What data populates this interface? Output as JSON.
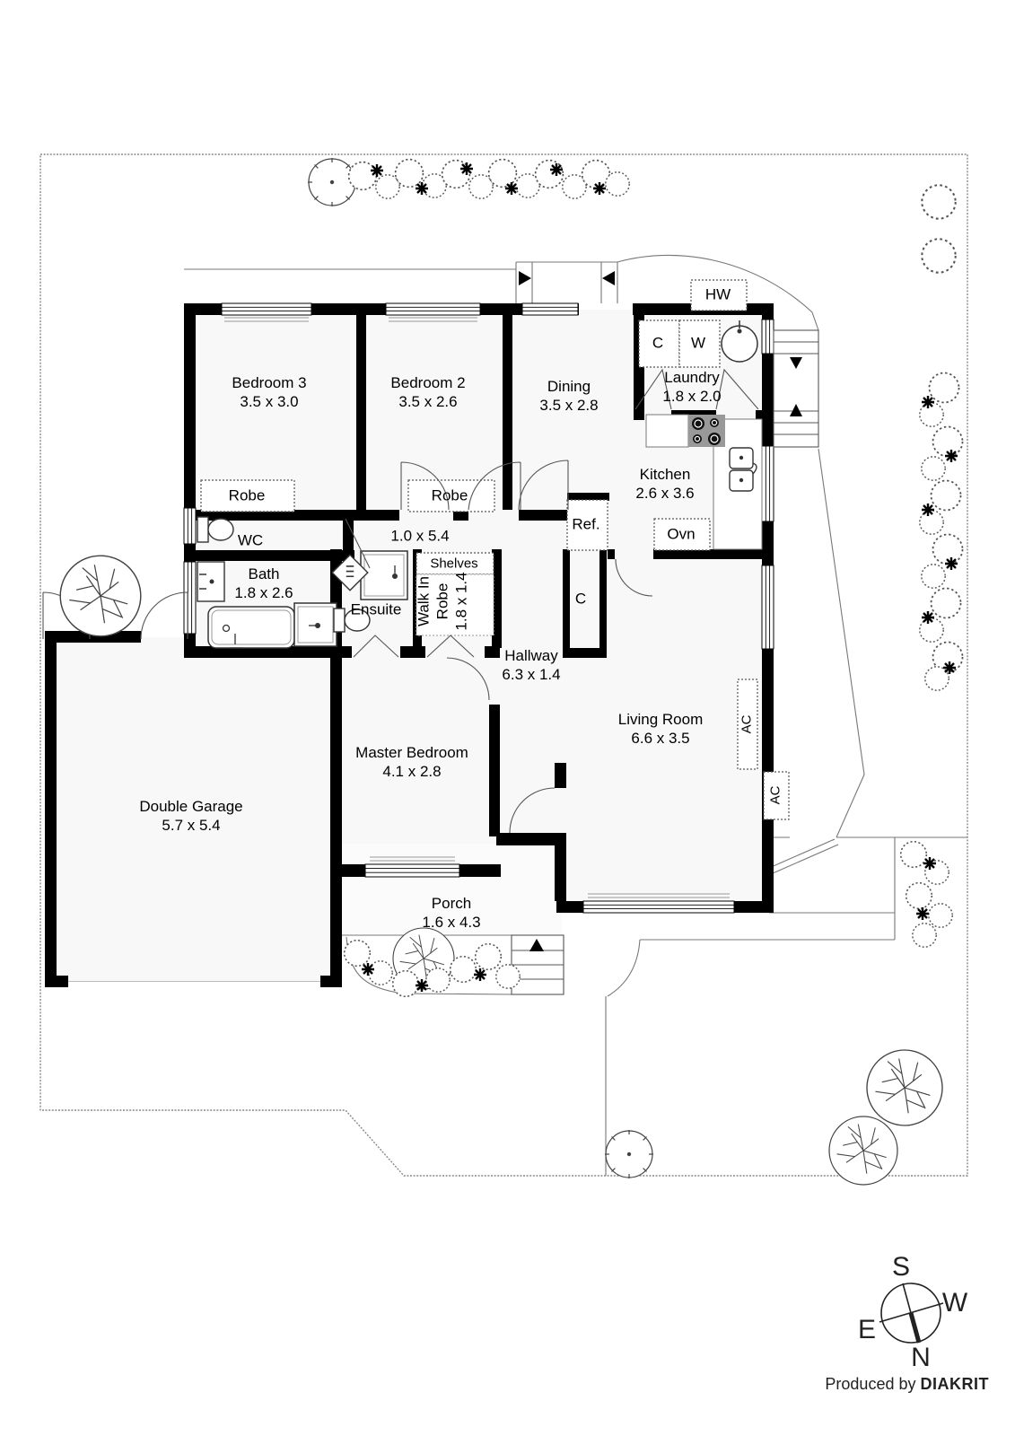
{
  "rooms": {
    "bedroom3": {
      "name": "Bedroom 3",
      "dims": "3.5 x 3.0"
    },
    "bedroom2": {
      "name": "Bedroom 2",
      "dims": "3.5 x 2.6"
    },
    "dining": {
      "name": "Dining",
      "dims": "3.5 x 2.8"
    },
    "laundry": {
      "name": "Laundry",
      "dims": "1.8 x 2.0"
    },
    "kitchen": {
      "name": "Kitchen",
      "dims": "2.6 x 3.6"
    },
    "corridor": {
      "dims": "1.0 x 5.4"
    },
    "wc": {
      "name": "WC"
    },
    "bath": {
      "name": "Bath",
      "dims": "1.8 x 2.6"
    },
    "ensuite": {
      "name": "Ensuite"
    },
    "walk_in_robe": {
      "name": "Walk In Robe",
      "dims": "1.8 x 1.4"
    },
    "hallway": {
      "name": "Hallway",
      "dims": "6.3 x 1.4"
    },
    "living_room": {
      "name": "Living Room",
      "dims": "6.6 x 3.5"
    },
    "master_bedroom": {
      "name": "Master Bedroom",
      "dims": "4.1 x 2.8"
    },
    "double_garage": {
      "name": "Double Garage",
      "dims": "5.7 x 5.4"
    },
    "porch": {
      "name": "Porch",
      "dims": "1.6 x 4.3"
    }
  },
  "fixtures": {
    "robe_bedroom3": "Robe",
    "robe_bedroom2": "Robe",
    "shelves": "Shelves",
    "fridge": "Ref.",
    "oven": "Ovn",
    "hall_cupboard": "C",
    "laundry_cupboard": "C",
    "washer": "W",
    "hot_water": "HW",
    "ac_indoor": "AC",
    "ac_outdoor": "AC"
  },
  "compass": {
    "north": "N",
    "south": "S",
    "east": "E",
    "west": "W"
  },
  "footer": {
    "produced_by": "Produced by",
    "brand": "DIAKRIT"
  }
}
